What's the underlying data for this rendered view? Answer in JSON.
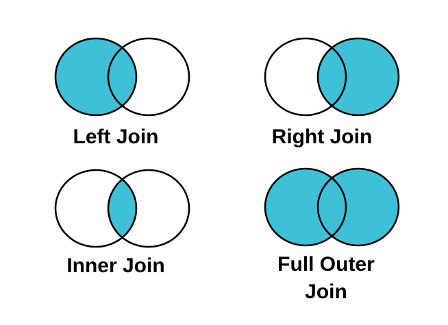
{
  "colors": {
    "fill": "#3EC1D6",
    "stroke": "#000000",
    "text": "#000000",
    "background": "#FFFFFF"
  },
  "diagrams": [
    {
      "id": "left-join",
      "label": "Left Join",
      "shaded_region": "entire left circle including overlap"
    },
    {
      "id": "right-join",
      "label": "Right Join",
      "shaded_region": "entire right circle including overlap"
    },
    {
      "id": "inner-join",
      "label": "Inner Join",
      "shaded_region": "overlap (intersection) only"
    },
    {
      "id": "full-outer-join",
      "label": "Full Outer Join",
      "shaded_region": "both circles including overlap"
    }
  ]
}
